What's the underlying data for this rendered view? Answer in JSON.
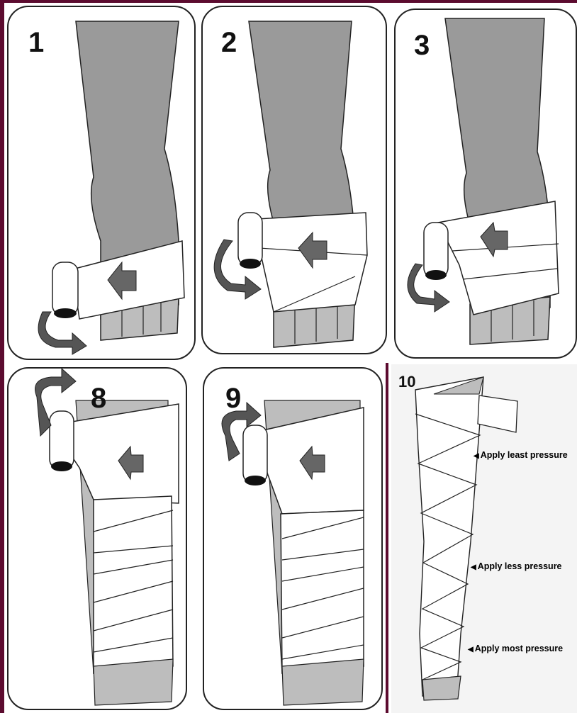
{
  "panels": [
    {
      "number": "1"
    },
    {
      "number": "2"
    },
    {
      "number": "3"
    },
    {
      "number": "8"
    },
    {
      "number": "9"
    },
    {
      "number": "10"
    }
  ],
  "pressure_labels": [
    {
      "text": "Apply least pressure"
    },
    {
      "text": "Apply less pressure"
    },
    {
      "text": "Apply most pressure"
    }
  ],
  "colors": {
    "leg_shading": "#9a9a9a",
    "toe_shading": "#bdbdbd",
    "arrow_dark": "#555555",
    "frame_accent": "#5c0b2f"
  },
  "icons": [
    "bandage-roll-icon",
    "rotation-arrow-icon",
    "direction-arrow-icon"
  ]
}
